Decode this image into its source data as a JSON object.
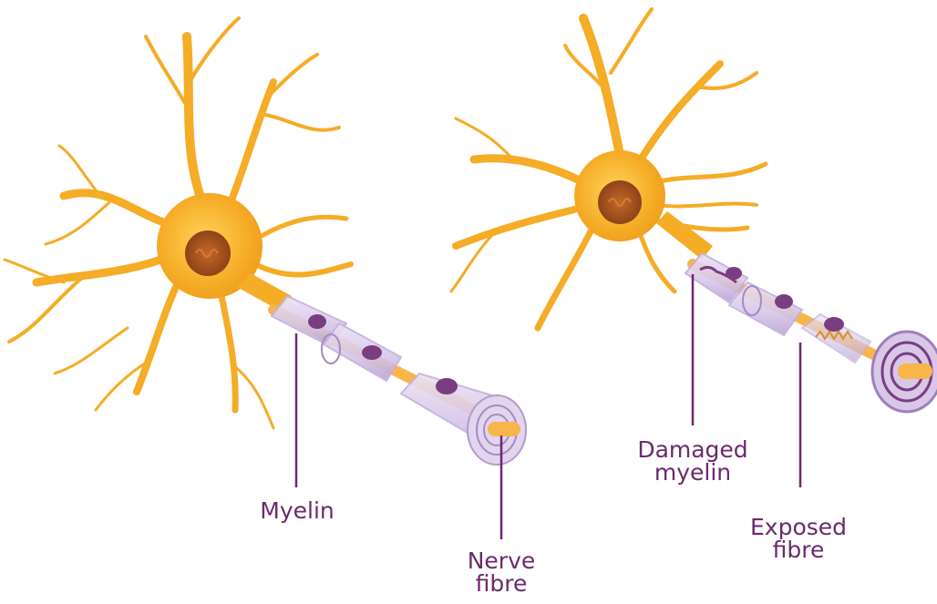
{
  "colors": {
    "neuron": "#f5ac26",
    "neuron_dark": "#e8931a",
    "nucleus": "#b0551f",
    "nucleus_glow": "#f9c24a",
    "myelin": "#d8c8ea",
    "myelin_edge": "#a58ac2",
    "node": "#7a3d82",
    "callout": "#6b2a6b"
  },
  "labels": {
    "healthy": {
      "myelin": "Myelin",
      "nerve_fibre": [
        "Nerve",
        "fibre"
      ]
    },
    "damaged": {
      "damaged_myelin": [
        "Damaged",
        "myelin"
      ],
      "exposed_fibre": [
        "Exposed",
        "fibre"
      ]
    }
  }
}
